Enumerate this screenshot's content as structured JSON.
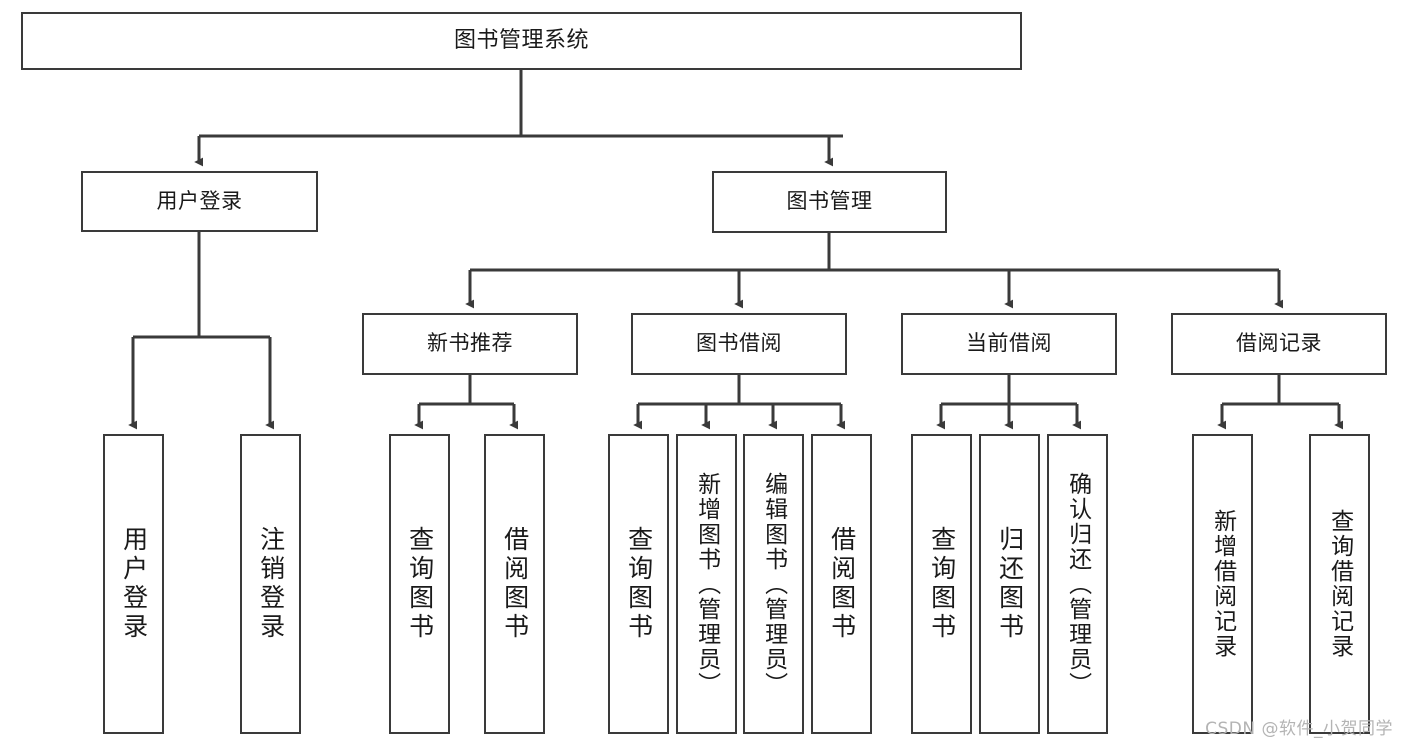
{
  "diagram": {
    "title": "图书管理系统",
    "type": "tree",
    "stroke_color": "#3a3a3a",
    "text_color": "#1a1a1a",
    "background_color": "#ffffff",
    "watermark": "CSDN @软件_小贺同学",
    "nodes": {
      "root": {
        "label": "图书管理系统",
        "orientation": "horizontal"
      },
      "user_login": {
        "label": "用户登录",
        "orientation": "horizontal"
      },
      "book_manage": {
        "label": "图书管理",
        "orientation": "horizontal"
      },
      "new_book_rec": {
        "label": "新书推荐",
        "orientation": "horizontal"
      },
      "book_borrow": {
        "label": "图书借阅",
        "orientation": "horizontal"
      },
      "current_borrow": {
        "label": "当前借阅",
        "orientation": "horizontal"
      },
      "borrow_record": {
        "label": "借阅记录",
        "orientation": "horizontal"
      },
      "leaf_user_login": {
        "label": "用户登录",
        "orientation": "vertical"
      },
      "leaf_logout": {
        "label": "注销登录",
        "orientation": "vertical"
      },
      "leaf_query_book_1": {
        "label": "查询图书",
        "orientation": "vertical"
      },
      "leaf_borrow_book_1": {
        "label": "借阅图书",
        "orientation": "vertical"
      },
      "leaf_query_book_2": {
        "label": "查询图书",
        "orientation": "vertical"
      },
      "leaf_add_book": {
        "label": "新增图书（管理员）",
        "orientation": "vertical"
      },
      "leaf_edit_book": {
        "label": "编辑图书（管理员）",
        "orientation": "vertical"
      },
      "leaf_borrow_book_2": {
        "label": "借阅图书",
        "orientation": "vertical"
      },
      "leaf_query_book_3": {
        "label": "查询图书",
        "orientation": "vertical"
      },
      "leaf_return_book": {
        "label": "归还图书",
        "orientation": "vertical"
      },
      "leaf_confirm_return": {
        "label": "确认归还（管理员）",
        "orientation": "vertical"
      },
      "leaf_add_record": {
        "label": "新增借阅记录",
        "orientation": "vertical"
      },
      "leaf_query_record": {
        "label": "查询借阅记录",
        "orientation": "vertical"
      }
    },
    "edges": [
      {
        "from": "root",
        "to": "user_login"
      },
      {
        "from": "root",
        "to": "book_manage"
      },
      {
        "from": "user_login",
        "to": "leaf_user_login"
      },
      {
        "from": "user_login",
        "to": "leaf_logout"
      },
      {
        "from": "book_manage",
        "to": "new_book_rec"
      },
      {
        "from": "book_manage",
        "to": "book_borrow"
      },
      {
        "from": "book_manage",
        "to": "current_borrow"
      },
      {
        "from": "book_manage",
        "to": "borrow_record"
      },
      {
        "from": "new_book_rec",
        "to": "leaf_query_book_1"
      },
      {
        "from": "new_book_rec",
        "to": "leaf_borrow_book_1"
      },
      {
        "from": "book_borrow",
        "to": "leaf_query_book_2"
      },
      {
        "from": "book_borrow",
        "to": "leaf_add_book"
      },
      {
        "from": "book_borrow",
        "to": "leaf_edit_book"
      },
      {
        "from": "book_borrow",
        "to": "leaf_borrow_book_2"
      },
      {
        "from": "current_borrow",
        "to": "leaf_query_book_3"
      },
      {
        "from": "current_borrow",
        "to": "leaf_return_book"
      },
      {
        "from": "current_borrow",
        "to": "leaf_confirm_return"
      },
      {
        "from": "borrow_record",
        "to": "leaf_add_record"
      },
      {
        "from": "borrow_record",
        "to": "leaf_query_record"
      }
    ]
  }
}
